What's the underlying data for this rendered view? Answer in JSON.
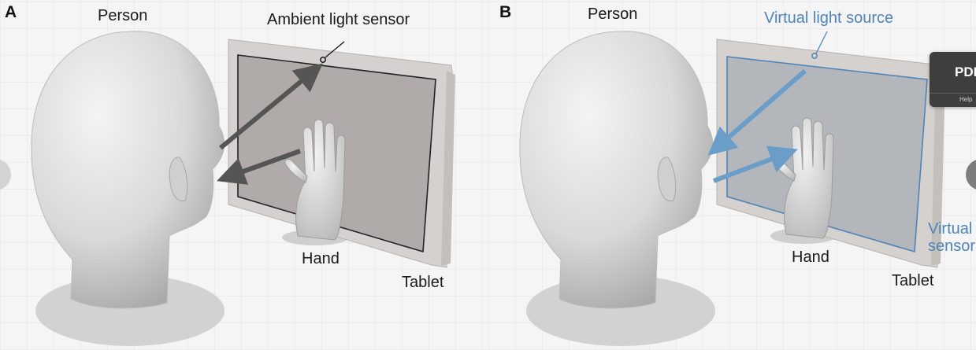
{
  "panels": [
    {
      "letter": "A",
      "labels": {
        "person": "Person",
        "sensor": "Ambient light sensor",
        "hand": "Hand",
        "tablet": "Tablet"
      }
    },
    {
      "letter": "B",
      "labels": {
        "person": "Person",
        "virtual_light": "Virtual light source",
        "virtual_sensor_line1": "Virtual",
        "virtual_sensor_line2": "sensor",
        "hand": "Hand",
        "tablet": "Tablet"
      }
    }
  ],
  "overlay": {
    "pdf_label": "PDI",
    "pdf_sub": "Help"
  },
  "colors": {
    "arrow_dark": "#555555",
    "virtual_blue": "#4f84b8",
    "arrow_blue": "#6b9dc9"
  }
}
